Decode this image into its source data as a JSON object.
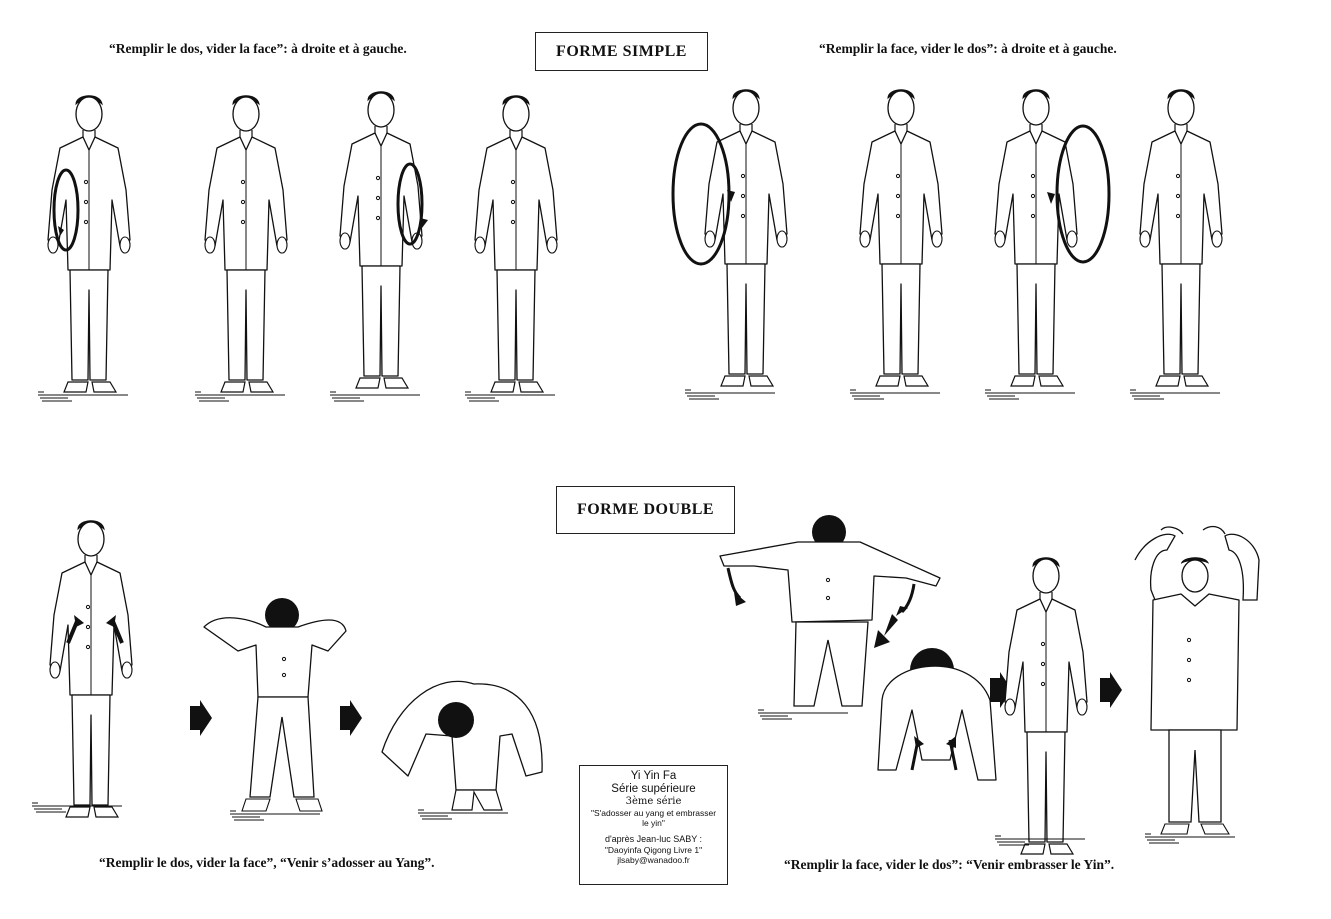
{
  "titles": {
    "forme_simple": "FORME SIMPLE",
    "forme_double": "FORME DOUBLE"
  },
  "captions": {
    "top_left": "“Remplir le dos, vider la face”: à droite et à gauche.",
    "top_right": "“Remplir la face, vider le dos”: à droite et à gauche.",
    "bottom_left": "“Remplir le dos, vider la face”, “Venir s’adosser au Yang”.",
    "bottom_right": "“Remplir la face, vider le dos”: “Venir embrasser le Yin”."
  },
  "info": {
    "title": "Yi Yin Fa",
    "subtitle": "Série supérieure",
    "series": "3ème série",
    "quote": "\"S'adosser au yang et embrasser le yin\"",
    "credit": "d'après Jean-luc SABY :",
    "book": "\"Daoyinfa Qigong Livre 1\"",
    "email": "jlsaby@wanadoo.fr"
  }
}
